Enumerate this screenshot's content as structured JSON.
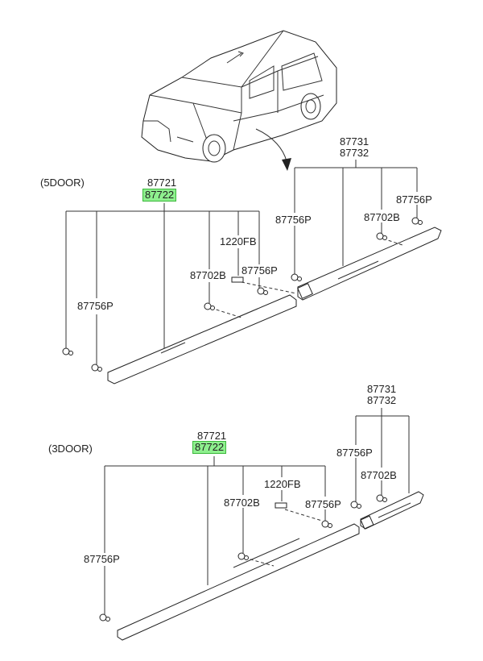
{
  "sections": {
    "five_door": "(5DOOR)",
    "three_door": "(3DOOR)"
  },
  "parts": {
    "p87721": "87721",
    "p87722": "87722",
    "p87731": "87731",
    "p87732": "87732",
    "p87756P": "87756P",
    "p87702B": "87702B",
    "p1220FB": "1220FB"
  },
  "colors": {
    "highlight_fill": "#8ef08e",
    "highlight_border": "#3cb83c"
  }
}
